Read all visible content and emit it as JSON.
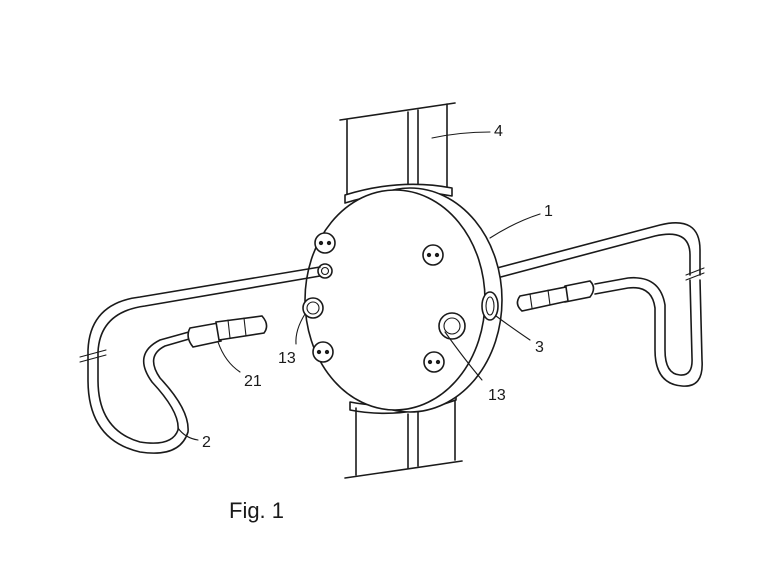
{
  "figure": {
    "caption": "Fig. 1",
    "reference_numerals": {
      "housing": "1",
      "cable_left": "2",
      "port_right": "3",
      "post": "4",
      "port_left_lower": "13",
      "port_right_lower": "13",
      "connector_left": "21"
    }
  }
}
